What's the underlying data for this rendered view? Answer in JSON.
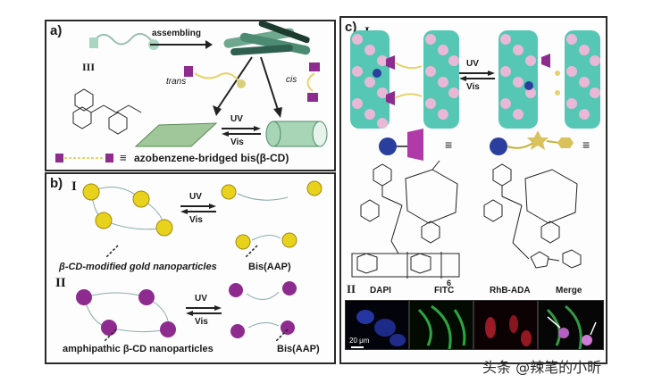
{
  "panel_a": {
    "letter": "a)",
    "assembling": "assembling",
    "roman": "III",
    "trans": "trans",
    "cis": "cis",
    "uv": "UV",
    "vis": "Vis",
    "legend": "azobenzene-bridged bis(β-CD)",
    "equiv": "≡"
  },
  "panel_b": {
    "letter": "b)",
    "roman1": "I",
    "roman2": "II",
    "uv": "UV",
    "vis": "Vis",
    "label_gold": "β-CD-modified gold nanoparticles",
    "label_bis1": "Bis(AAP)",
    "label_amph": "amphipathic β-CD nanoparticles",
    "label_bis2": "Bis(AAP)"
  },
  "panel_c": {
    "letter": "c)",
    "roman1": "I",
    "roman2": "II",
    "uv": "UV",
    "vis": "Vis",
    "equiv": "≡",
    "subscript_6": "6",
    "mic_labels": [
      "DAPI",
      "FITC",
      "RhB-ADA",
      "Merge"
    ],
    "scale_bar": "20 μm"
  },
  "watermark": "头条 @辣笔的小昕",
  "colors": {
    "gold": "#e8d21c",
    "purple": "#8e2b8f",
    "cyan": "#56c7b4",
    "pink": "#e9b8d6",
    "blue": "#2a3e9e",
    "green": "#7fb68a"
  }
}
